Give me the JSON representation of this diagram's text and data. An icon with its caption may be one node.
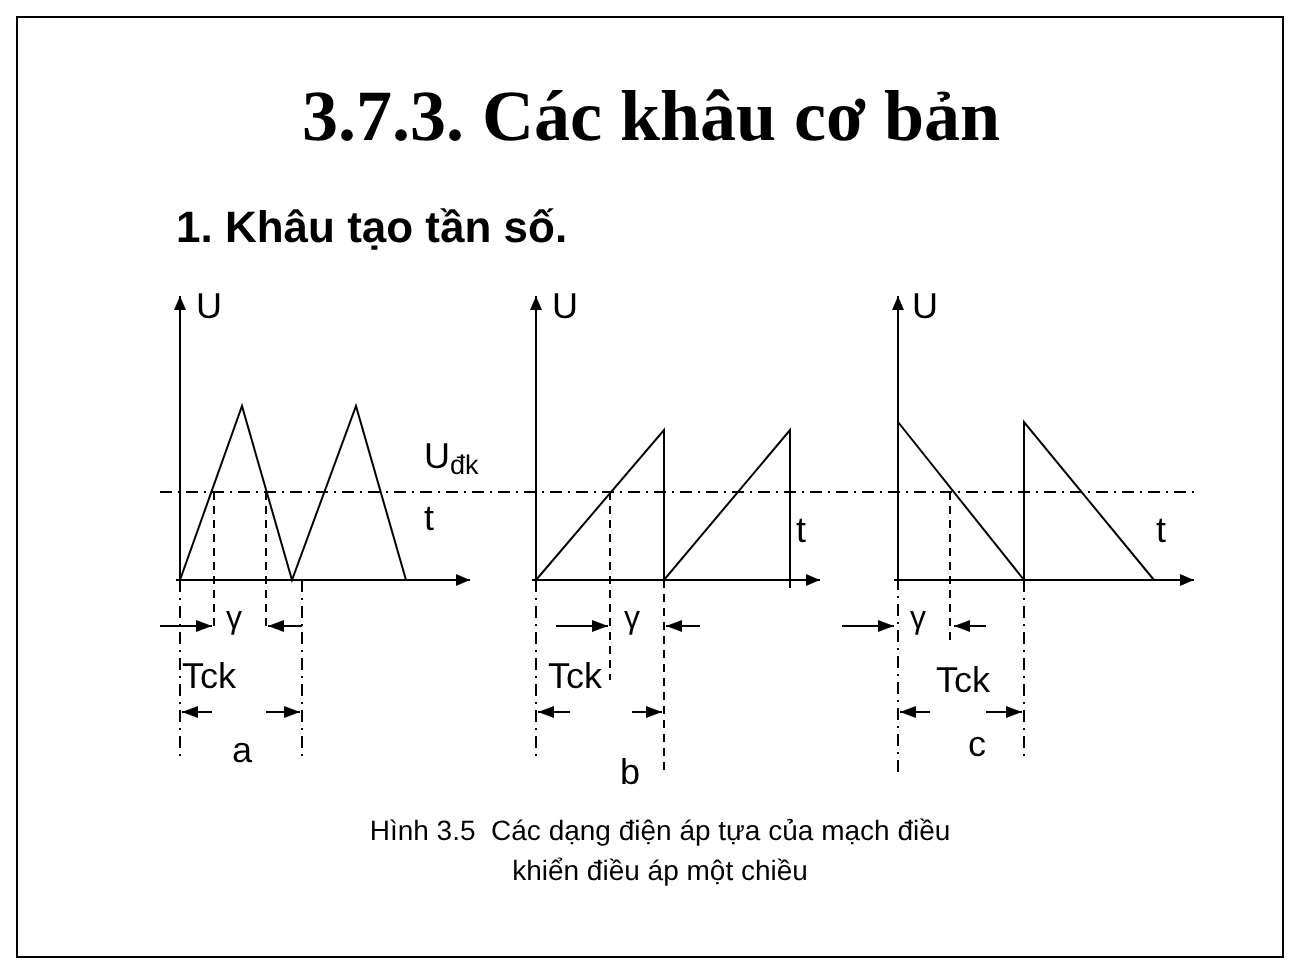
{
  "diagram": {
    "title": "3.7.3. Các khâu cơ bản",
    "caption": "Hình 3.5  Các dạng điện áp tựa của mạch điều khiển điều áp một chiều",
    "labels": [
      "1. Khâu tạo tần số.",
      "U",
      "U$_{đk}$",
      "t",
      "γ",
      "Tck",
      "a",
      "U",
      "t",
      "γ",
      "Tck",
      "b",
      "U",
      "t",
      "γ",
      "Tck",
      "c"
    ]
  }
}
